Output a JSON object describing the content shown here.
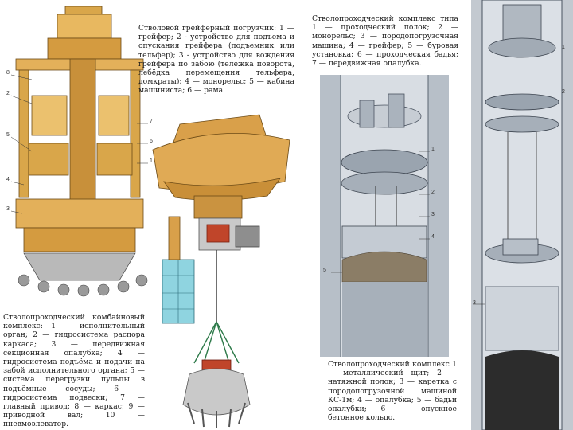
{
  "captions": {
    "grab_loader": "Стволовой грейферный погрузчик: 1 — грейфер; 2 - устройство для подъема и опускания грейфера (подъемник или тельфер); 3 - устройство для вождения грейфера по забою (тележка поворота, лебёдка перемещения тельфера, домкраты); 4 — монорельс; 5 — кабина машиниста; 6 — рама.",
    "combined_complex": "Стволопроходческий комбайновый комплекс: 1 — исполнительный орган; 2 — гидросистема распора каркаса; 3 — передвижная секционная опалубка; 4 — гидросистема подъёма и подачи на забой исполнительного органа; 5 — система перегрузки пульпы в подъёмные сосуды; 6 — гидросистема подвески; 7 — главный привод; 8 — каркас; 9 — приводной вал; 10 — пневмоэлеватор.",
    "complex_type_1": "Стволопроходческий комплекс типа 1 — проходческий полок; 2 — монорельс; 3 — породопогрузочная машина; 4 — грейфер; 5 — буровая установка; 6 — проходческая бадья; 7 — передвижная опалубка.",
    "complex_2": "Стволопроходческий комплекс 1 — металлический щит; 2 — натяжной полок; 3 — каретка с породопогрузочной машиной КС-1м; 4 — опалубка; 5 — бадьи опалубки; 6 — опускное бетонное кольцо."
  },
  "callouts": {
    "left": [
      "8",
      "2",
      "5",
      "4",
      "3",
      "7",
      "6",
      "1"
    ],
    "middle": [
      "1",
      "2",
      "3",
      "4",
      "5"
    ],
    "right": [
      "1",
      "2",
      "3"
    ]
  }
}
